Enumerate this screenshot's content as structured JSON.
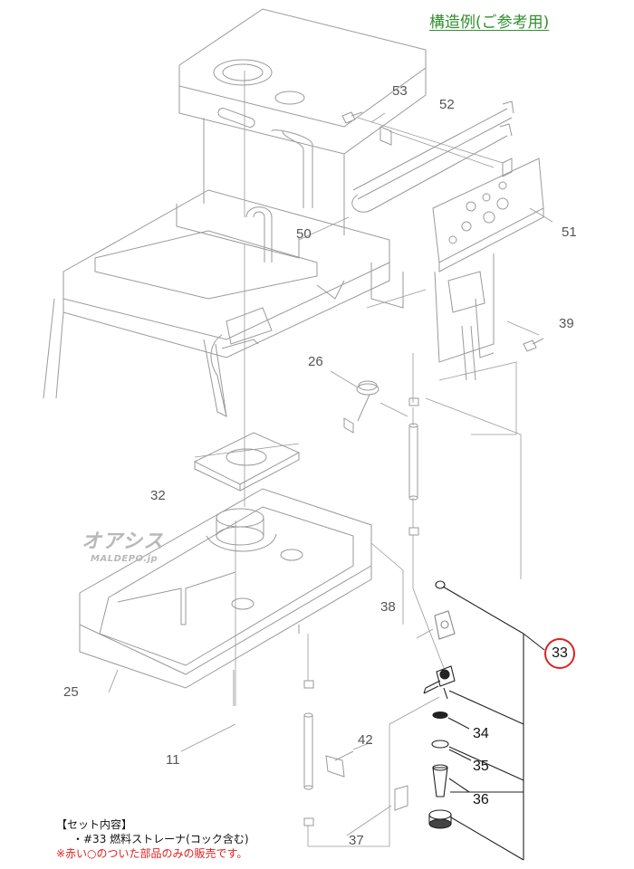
{
  "title": "構造例(ご参考用)",
  "part_labels": {
    "p53": "53",
    "p52": "52",
    "p50": "50",
    "p51": "51",
    "p39": "39",
    "p26": "26",
    "p32": "32",
    "p38": "38",
    "p25": "25",
    "p11": "11",
    "p42": "42",
    "p37": "37",
    "p34": "34",
    "p35": "35",
    "p36": "36",
    "p33": "33"
  },
  "notes": {
    "heading": "【セット内容】",
    "item": "・#33 燃料ストレーナ(コック含む)",
    "warning": "※赤い○のついた部品のみの販売です。"
  },
  "watermark": {
    "main": "オアシス",
    "sub": "MALDEPO.jp"
  },
  "colors": {
    "title": "#2f8f2f",
    "highlight": "#e02020",
    "line": "#9a9a9a"
  }
}
